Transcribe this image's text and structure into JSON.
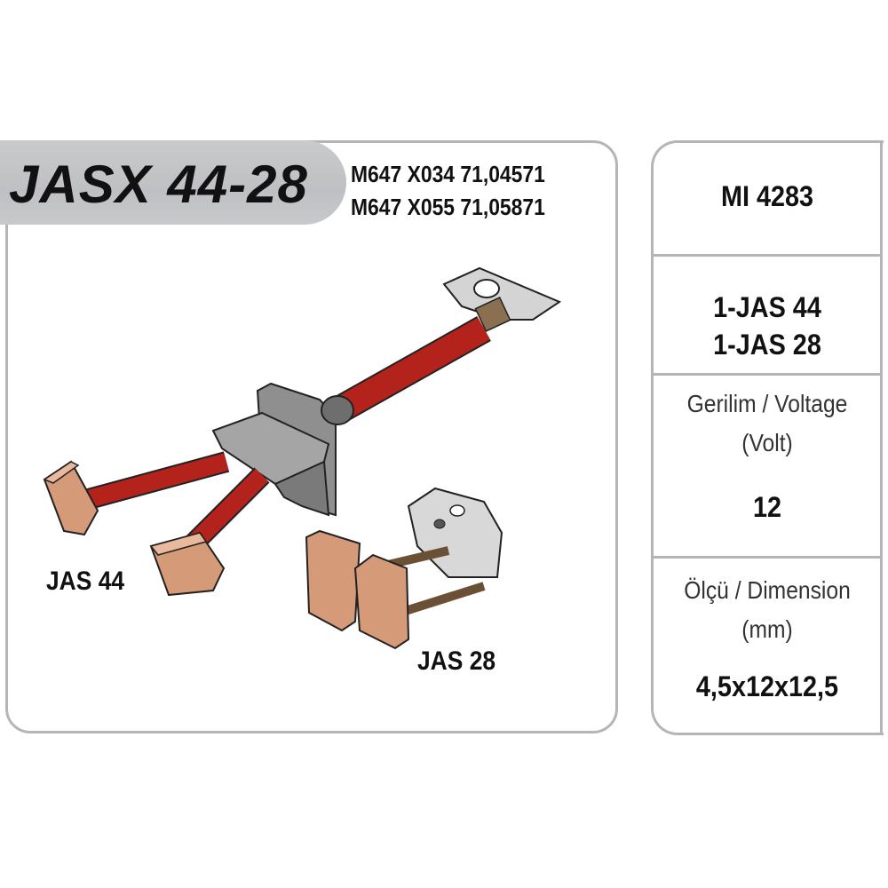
{
  "header": {
    "model": "JASX 44-28",
    "oem_codes": [
      "M647 X034 71,04571",
      "M647 X055 71,05871"
    ]
  },
  "diagram": {
    "labels": [
      "JAS 44",
      "JAS 28"
    ],
    "colors": {
      "cable": "#b3231c",
      "brush": "#d9916a",
      "metal": "#9c9c9c"
    }
  },
  "specs": {
    "part_number": "MI 4283",
    "components": [
      "1-JAS 44",
      "1-JAS 28"
    ],
    "voltage": {
      "label": "Gerilim / Voltage",
      "unit": "(Volt)",
      "value": "12"
    },
    "dimension": {
      "label": "Ölçü / Dimension",
      "unit": "(mm)",
      "value": "4,5x12x12,5"
    }
  },
  "colors": {
    "border": "#b5b5b5",
    "pill": "#c4c5c7",
    "text": "#111111"
  }
}
